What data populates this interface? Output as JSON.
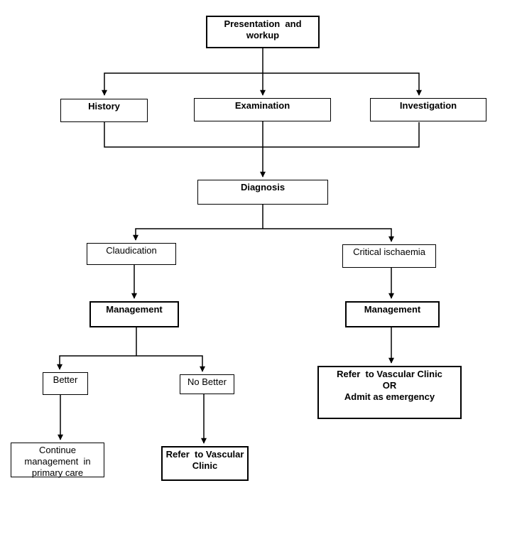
{
  "diagram": {
    "type": "flowchart",
    "colors": {
      "background": "#ffffff",
      "box_border": "#000000",
      "line": "#000000",
      "text": "#000000"
    },
    "nodes": {
      "presentation": {
        "label": "Presentation  and\nworkup"
      },
      "history": {
        "label": "History"
      },
      "examination": {
        "label": "Examination"
      },
      "investigation": {
        "label": "Investigation"
      },
      "diagnosis": {
        "label": "Diagnosis"
      },
      "claudication": {
        "label": "Claudication"
      },
      "critical_ischaemia": {
        "label": "Critical ischaemia"
      },
      "management_claudication": {
        "label": "Management"
      },
      "management_critical": {
        "label": "Management"
      },
      "better": {
        "label": "Better"
      },
      "no_better": {
        "label": "No Better"
      },
      "continue_primary_care": {
        "label": "Continue\nmanagement  in\nprimary care"
      },
      "refer_vascular_clinic": {
        "label": "Refer  to Vascular\nClinic"
      },
      "refer_or_admit": {
        "label": "Refer  to Vascular Clinic\nOR\nAdmit as emergency"
      }
    },
    "edges": [
      {
        "from": "presentation",
        "to": "history"
      },
      {
        "from": "presentation",
        "to": "examination"
      },
      {
        "from": "presentation",
        "to": "investigation"
      },
      {
        "from": "history",
        "to": "diagnosis"
      },
      {
        "from": "examination",
        "to": "diagnosis"
      },
      {
        "from": "investigation",
        "to": "diagnosis"
      },
      {
        "from": "diagnosis",
        "to": "claudication"
      },
      {
        "from": "diagnosis",
        "to": "critical_ischaemia"
      },
      {
        "from": "claudication",
        "to": "management_claudication"
      },
      {
        "from": "critical_ischaemia",
        "to": "management_critical"
      },
      {
        "from": "management_claudication",
        "to": "better"
      },
      {
        "from": "management_claudication",
        "to": "no_better"
      },
      {
        "from": "better",
        "to": "continue_primary_care"
      },
      {
        "from": "no_better",
        "to": "refer_vascular_clinic"
      },
      {
        "from": "management_critical",
        "to": "refer_or_admit"
      }
    ]
  }
}
